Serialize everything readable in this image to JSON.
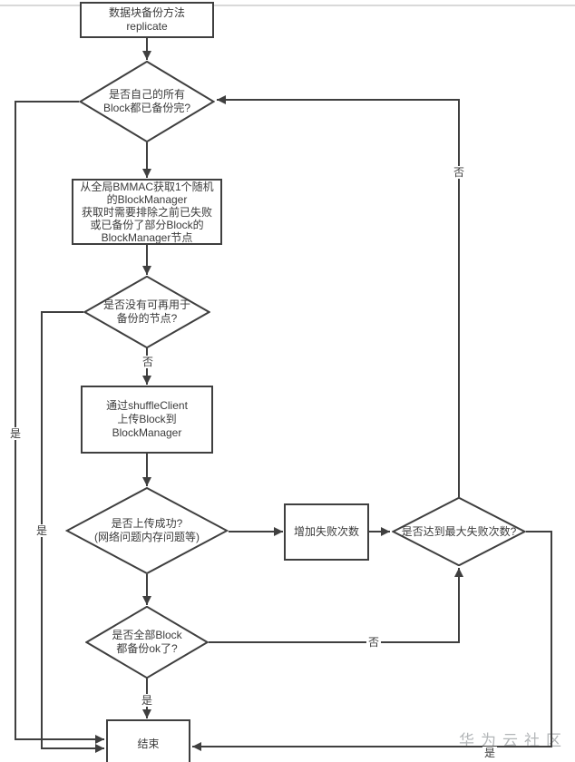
{
  "page": {
    "watermark": "华为云社区"
  },
  "colors": {
    "line": "#3f3f3f",
    "text": "#3b3b3b",
    "watermark": "#b3b6b8",
    "top_rule": "#d9d9d9"
  },
  "nodes": {
    "start": {
      "label": "数据块备份方法\nreplicate"
    },
    "check_all_backed": {
      "label": "是否自己的所有\nBlock都已备份完?"
    },
    "get_blockmanager": {
      "label": "从全局BMMAC获取1个随机\n的BlockManager\n获取时需要排除之前已失败\n或已备份了部分Block的\nBlockManager节点"
    },
    "check_no_reusable_nodes": {
      "label": "是否没有可再用于\n备份的节点?"
    },
    "upload_block": {
      "label": "通过shuffleClient\n上传Block到\nBlockManager"
    },
    "check_upload_success": {
      "label": "是否上传成功?\n(网络问题内存问题等)"
    },
    "increase_fail_count": {
      "label": "增加失败次数"
    },
    "check_max_failures": {
      "label": "是否达到最大失败次数?"
    },
    "check_all_blocks_ok": {
      "label": "是否全部Block\n都备份ok了?"
    },
    "end": {
      "label": "结束"
    }
  },
  "edge_labels": {
    "check_no_reusable_nodes_no": "否",
    "check_all_blocks_ok_yes": "是",
    "check_max_failures_no": "否",
    "check_max_failures_yes": "是",
    "check_all_blocks_ok_no": "否",
    "check_all_backed_yes": "是",
    "check_no_reusable_nodes_yes": "是"
  }
}
